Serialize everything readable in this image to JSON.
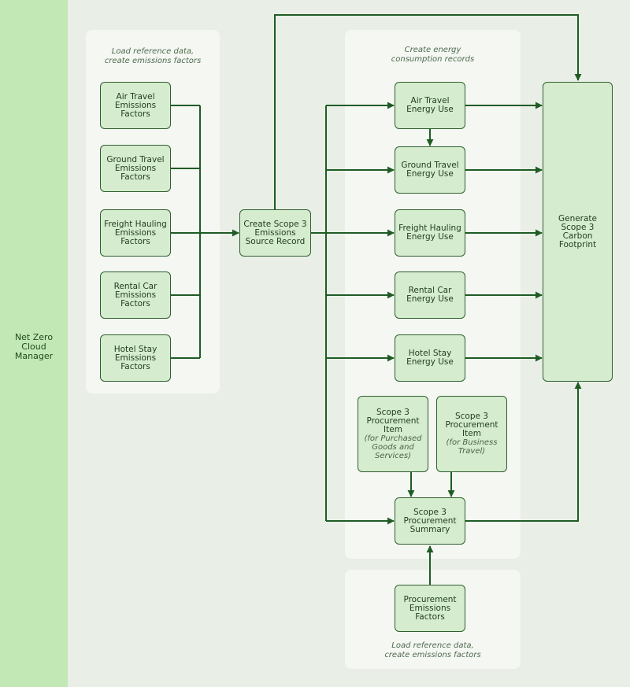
{
  "lane": {
    "label": "Net Zero\nCloud\nManager"
  },
  "panels": {
    "left_caption": "Load reference data,\ncreate emissions factors",
    "middle_caption": "Create energy\nconsumption records",
    "bottom_caption": "Load reference data,\ncreate emissions factors"
  },
  "nodes": {
    "air_travel_factors": "Air Travel\nEmissions\nFactors",
    "ground_travel_factors": "Ground Travel\nEmissions\nFactors",
    "freight_hauling_factors": "Freight Hauling\nEmissions\nFactors",
    "rental_car_factors": "Rental Car\nEmissions\nFactors",
    "hotel_stay_factors": "Hotel Stay\nEmissions\nFactors",
    "create_source_record": "Create Scope 3\nEmissions\nSource Record",
    "air_travel_energy": "Air Travel\nEnergy Use",
    "ground_travel_energy": "Ground Travel\nEnergy Use",
    "freight_hauling_energy": "Freight Hauling\nEnergy Use",
    "rental_car_energy": "Rental Car\nEnergy Use",
    "hotel_stay_energy": "Hotel Stay\nEnergy Use",
    "procurement_item_goods": {
      "title": "Scope 3\nProcurement\nItem",
      "sub": "(for Purchased\nGoods and\nServices)"
    },
    "procurement_item_travel": {
      "title": "Scope 3\nProcurement\nItem",
      "sub": "(for Business\nTravel)"
    },
    "procurement_summary": "Scope 3\nProcurement\nSummary",
    "procurement_factors": "Procurement\nEmissions\nFactors",
    "carbon_footprint": "Generate\nScope 3\nCarbon\nFootprint"
  },
  "colors": {
    "lane": "#c2e8b6",
    "node_fill": "#d6ecce",
    "node_border": "#2f5f2f",
    "connector": "#1f5c25",
    "background": "#e9efe6",
    "panel": "#f4f7f2"
  }
}
